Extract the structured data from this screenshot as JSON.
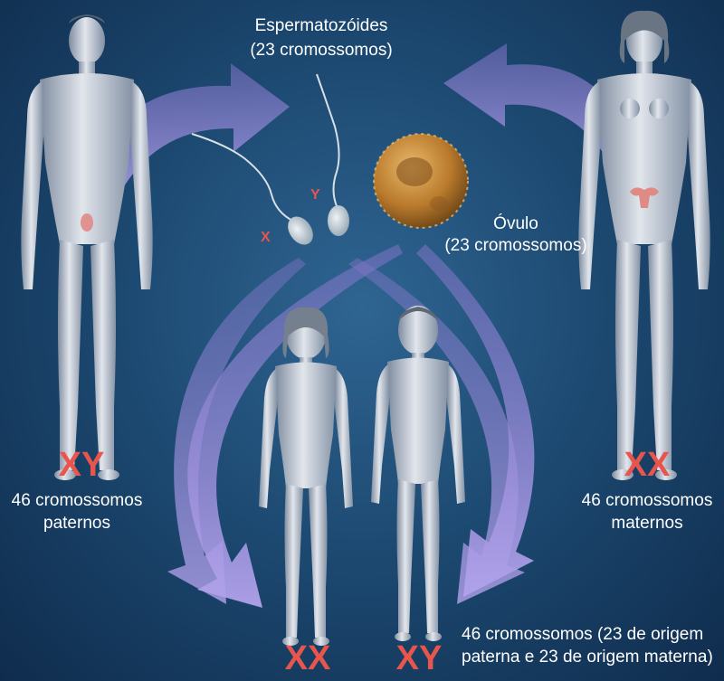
{
  "labels": {
    "sperm_title": "Espermatozóides",
    "sperm_count": "(23 cromossomos)",
    "ovum_title": "Óvulo",
    "ovum_count": "(23 cromossomos)",
    "father_chrom": "XY",
    "father_count": "46 cromossomos",
    "father_origin": "paternos",
    "mother_chrom": "XX",
    "mother_count": "46 cromossomos",
    "mother_origin": "maternos",
    "sperm_x": "X",
    "sperm_y": "Y",
    "girl_chrom": "XX",
    "boy_chrom": "XY",
    "children_count": "46 cromossomos (23 de origem",
    "children_origin": "paterna e 23 de origem materna)"
  },
  "colors": {
    "arrow": "#a592de",
    "chromosome_red": "#e8554c",
    "figure_light": "#d9dee6",
    "figure_shade": "#8e9aab",
    "ovum": "#c98b3a",
    "reproductive_organ": "#e08a86"
  }
}
